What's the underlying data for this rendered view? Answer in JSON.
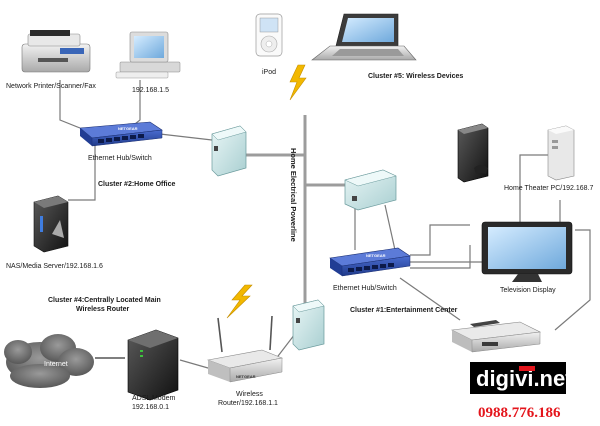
{
  "diagram": {
    "spine_label": "Home Electrical Powerline",
    "clusters": {
      "home_office": "Cluster #2:Home Office",
      "wireless_devices": "Cluster #5: Wireless Devices",
      "entertainment": "Cluster #1:Entertainment Center",
      "router_line1": "Cluster #4:Centrally Located Main",
      "router_line2": "Wireless Router"
    },
    "devices": {
      "printer": "Network Printer/Scanner/Fax",
      "pc": "192.168.1.5",
      "ipod": "iPod",
      "hub_office": "Ethernet Hub/Switch",
      "nas": "NAS/Media Server/192.168.1.6",
      "hub_ent": "Ethernet Hub/Switch",
      "home_theater": "Home Theater PC/192.168.7",
      "tv": "Television Display",
      "modem_line1": "ADSL Modem",
      "modem_line2": "192.168.0.1",
      "router_line1": "Wireless",
      "router_line2": "Router/192.168.1.1",
      "cloud": "Internet"
    },
    "hub_brand": "NETGEAR",
    "router_brand": "NETGEAR",
    "logo": {
      "text": "digivi.net",
      "phone": "0988.776.186"
    },
    "colors": {
      "hub": "#2c4aa8",
      "adapter": "#cfe8e8",
      "wire": "#7a7a7a",
      "bolt": "#f2b800",
      "logo_red": "#e4151c"
    }
  }
}
